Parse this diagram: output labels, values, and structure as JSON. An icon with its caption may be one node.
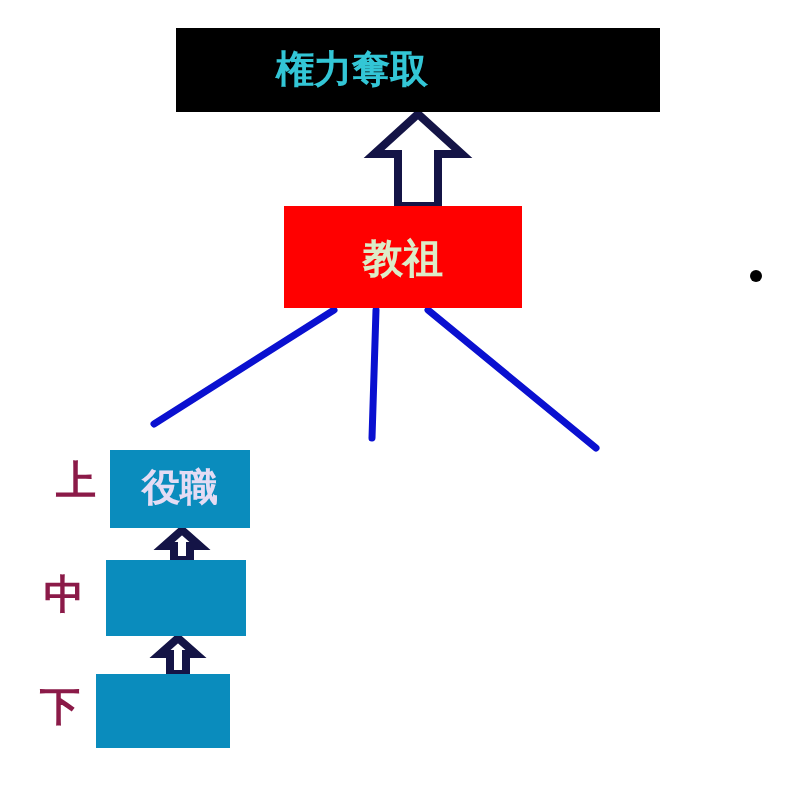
{
  "diagram": {
    "nodes": [
      {
        "text": [
          "権力奪取"
        ]
      },
      {
        "text": [
          "教祖"
        ]
      },
      {
        "text": [
          "役職"
        ],
        "beside": [
          "上"
        ]
      },
      {
        "text": [],
        "shape": "box",
        "beside": [
          "中"
        ]
      },
      {
        "text": [],
        "shape": "box",
        "beside": [
          "下"
        ]
      }
    ],
    "edges": [
      {
        "from": 1,
        "to": 0,
        "arrow": "to",
        "style": "thick",
        "color": "#141446"
      },
      {
        "from": 4,
        "to": 3,
        "arrow": "to",
        "style": "thick",
        "color": "#141446"
      },
      {
        "from": 3,
        "to": 2,
        "arrow": "to",
        "style": "thick",
        "color": "#141446"
      },
      {
        "from": 1,
        "to": null,
        "arrow": "none"
      },
      {
        "from": 1,
        "to": null,
        "arrow": "none"
      },
      {
        "from": 1,
        "to": null,
        "arrow": "none"
      }
    ]
  }
}
